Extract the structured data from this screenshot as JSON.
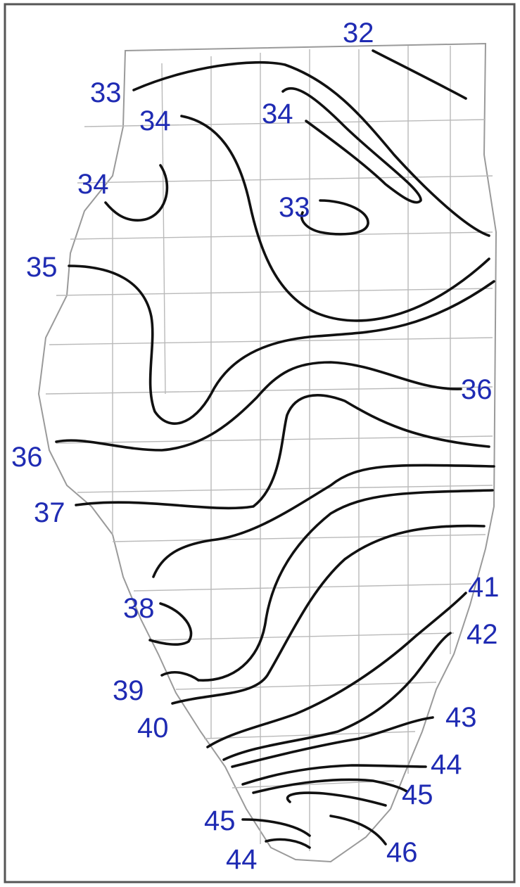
{
  "map": {
    "line_color": "#111111",
    "label_color": "#1f2bb3",
    "county_line_color": "#b9b9b9",
    "labels": [
      "32",
      "33",
      "34",
      "34",
      "34",
      "33",
      "35",
      "36",
      "36",
      "37",
      "38",
      "39",
      "40",
      "41",
      "42",
      "43",
      "44",
      "45",
      "45",
      "44",
      "46"
    ]
  }
}
